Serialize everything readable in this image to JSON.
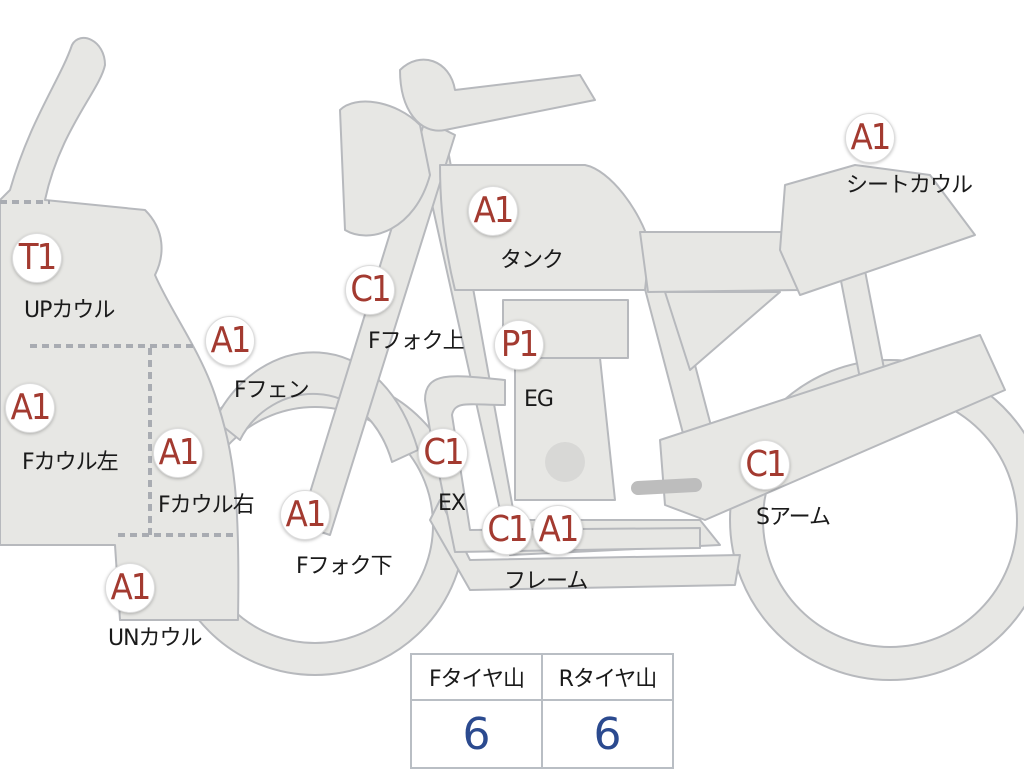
{
  "parts": [
    {
      "id": "up-cowl",
      "code": "T1",
      "label": "UPカウル"
    },
    {
      "id": "f-cowl-left",
      "code": "A1",
      "label": "Fカウル左"
    },
    {
      "id": "f-cowl-right",
      "code": "A1",
      "label": "Fカウル右"
    },
    {
      "id": "un-cowl",
      "code": "A1",
      "label": "UNカウル"
    },
    {
      "id": "f-fender",
      "code": "A1",
      "label": "Fフェン"
    },
    {
      "id": "f-fork-upper",
      "code": "C1",
      "label": "Fフォク上"
    },
    {
      "id": "f-fork-lower",
      "code": "A1",
      "label": "Fフォク下"
    },
    {
      "id": "tank",
      "code": "A1",
      "label": "タンク"
    },
    {
      "id": "engine",
      "code": "P1",
      "label": "EG"
    },
    {
      "id": "exhaust",
      "code": "C1",
      "label": "EX"
    },
    {
      "id": "frame",
      "codes": [
        "C1",
        "A1"
      ],
      "label": "フレーム"
    },
    {
      "id": "swing-arm",
      "code": "C1",
      "label": "Sアーム"
    },
    {
      "id": "seat-cowl",
      "code": "A1",
      "label": "シートカウル"
    }
  ],
  "tire_table": {
    "front_header": "Fタイヤ山",
    "rear_header": "Rタイヤ山",
    "front_value": "6",
    "rear_value": "6"
  },
  "colors": {
    "body_fill": "#e7e7e4",
    "body_stroke": "#b7b9bd",
    "code_red": "#a33a30",
    "value_blue": "#2b4a8f"
  }
}
